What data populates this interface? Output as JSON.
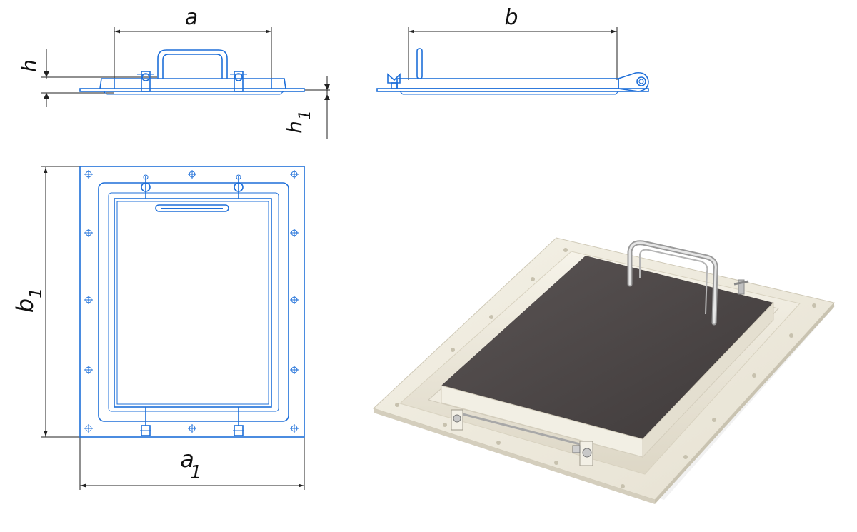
{
  "dimensions": {
    "a": "a",
    "b": "b",
    "h": "h",
    "h_sub_base": "h",
    "h_sub_index": "1",
    "a1_base": "a",
    "a1_index": "1",
    "b1_base": "b",
    "b1_index": "1"
  },
  "colors": {
    "drawing_line": "#1e6fd9",
    "dimension_line": "#222222",
    "flange": "#ece8da",
    "cover": "#4d4848",
    "handle": "#b8b8b8"
  },
  "views": [
    "front-view",
    "side-view",
    "top-view",
    "isometric-render"
  ]
}
